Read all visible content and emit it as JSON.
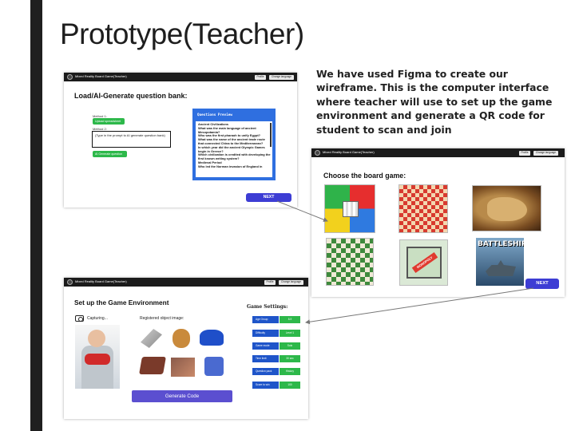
{
  "slide": {
    "title": "Prototype(Teacher)",
    "description": "We have used Figma to create our wireframe. This is the computer interface where teacher will use to set up the game environment and generate a QR code for student to scan and join"
  },
  "app": {
    "title": "Mixed Reality Board Game(Teacher)",
    "btn_a": "Profile",
    "btn_b": "Change language"
  },
  "frame1": {
    "heading": "Load/AI-Generate question bank:",
    "method1_label": "Method 1:",
    "upload_label": "Upload spreadsheet",
    "method2_label": "Method 2:",
    "prompt_text": "(Type in the prompt to AI generate question bank)",
    "ai_generate_label": "AI Generate question",
    "preview_title": "Questions Preview",
    "questions": [
      "Ancient Civilizations",
      "What was the main language of ancient",
      "Mesopotamia?",
      "Who was the first pharaoh to unify Egypt?",
      "What was the name of the ancient trade route",
      "that connected China to the Mediterranean?",
      "In which year did the ancient Olympic Games",
      "begin in Greece?",
      "Which civilization is credited with developing the",
      "first known writing system?",
      "Medieval Period",
      "Who led the Norman invasion of England in"
    ],
    "next_label": "NEXT"
  },
  "frame2": {
    "heading": "Choose the board game:",
    "battleship_title": "BATTLESHIP",
    "monopoly_text": "MONOPOLY",
    "next_label": "NEXT"
  },
  "frame3": {
    "heading": "Set up the Game Environment",
    "capturing_label": "Capturing...",
    "registered_label": "Registered object image:",
    "generate_label": "Generate Code",
    "settings_title": "Game Settings:",
    "settings": [
      {
        "label": "Age Group",
        "value": "8-9"
      },
      {
        "label": "Difficulty",
        "value": "Level 1"
      },
      {
        "label": "Game mode",
        "value": "Solo"
      },
      {
        "label": "Time limit",
        "value": "30 sec"
      },
      {
        "label": "Question pack",
        "value": "History"
      },
      {
        "label": "Score to win",
        "value": "100"
      }
    ]
  }
}
